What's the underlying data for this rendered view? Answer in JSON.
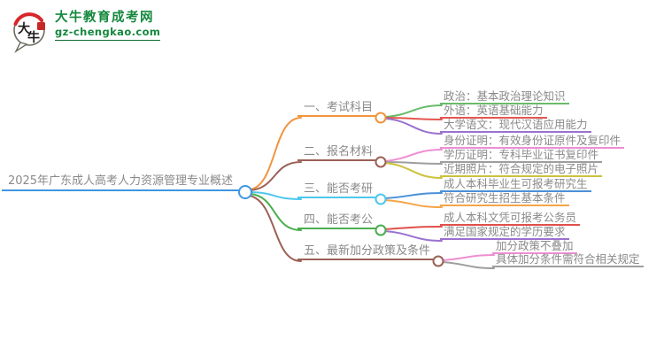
{
  "logo": {
    "brand": "大牛教育成考网",
    "domain": "gz-chengkao.com",
    "icon_chars": {
      "first": "大",
      "second": "牛"
    },
    "brand_color": "#15883e",
    "seal_color": "#c62828"
  },
  "mindmap": {
    "text_color": "#8a8a8a",
    "root": {
      "label": "2025年广东成人高考人力资源管理专业概述",
      "color": "#3f97e0"
    },
    "branches": [
      {
        "label": "一、考试科目",
        "color": "#f0953f",
        "children": [
          {
            "label": "政治：基本政治理论知识",
            "color": "#67bb6a"
          },
          {
            "label": "外语：英语基础能力",
            "color": "#e4564f"
          },
          {
            "label": "大学语文：现代汉语应用能力",
            "color": "#9b72cf"
          }
        ]
      },
      {
        "label": "二、报名材料",
        "color": "#9c6156",
        "children": [
          {
            "label": "身份证明：有效身份证原件及复印件",
            "color": "#ee8ed2"
          },
          {
            "label": "学历证明：专科毕业证书复印件",
            "color": "#9e9e9e"
          },
          {
            "label": "近期照片：符合规定的电子照片",
            "color": "#ccc23e"
          }
        ]
      },
      {
        "label": "三、能否考研",
        "color": "#4ec7ee",
        "children": [
          {
            "label": "成人本科毕业生可报考研究生",
            "color": "#4a90d9"
          },
          {
            "label": "符合研究生招生基本条件",
            "color": "#f5a54a"
          }
        ]
      },
      {
        "label": "四、能否考公",
        "color": "#4bae4f",
        "children": [
          {
            "label": "成人本科文凭可报考公务员",
            "color": "#e0504b"
          },
          {
            "label": "满足国家规定的学历要求",
            "color": "#9b72cf"
          }
        ]
      },
      {
        "label": "五、最新加分政策及条件",
        "color": "#9c6156",
        "children": [
          {
            "label": "加分政策不叠加",
            "color": "#ee8ed2"
          },
          {
            "label": "具体加分条件需符合相关规定",
            "color": "#9e9e9e"
          }
        ]
      }
    ]
  }
}
